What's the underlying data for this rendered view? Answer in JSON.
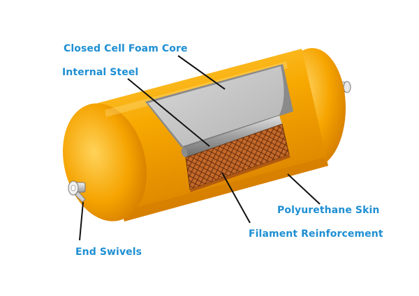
{
  "labels": {
    "foam_core": "Closed Cell Foam Core",
    "internal_steel": "Internal Steel",
    "polyurethane_skin": "Polyurethane Skin",
    "filament_reinforcement": "Filament Reinforcement",
    "end_swivels": "End Swivels"
  },
  "colors": {
    "label_text": "#1e8fd3",
    "leader_line": "#111111",
    "skin_orange": "#f5a100",
    "skin_shadow": "#d97a00",
    "skin_highlight": "#ffc93a",
    "foam_core": "#c4c4c4",
    "steel": "#9a9a9a",
    "filament": "#c46a2a"
  },
  "icons": {
    "fender_body": "fender-illustration",
    "swivel": "swivel-icon"
  }
}
